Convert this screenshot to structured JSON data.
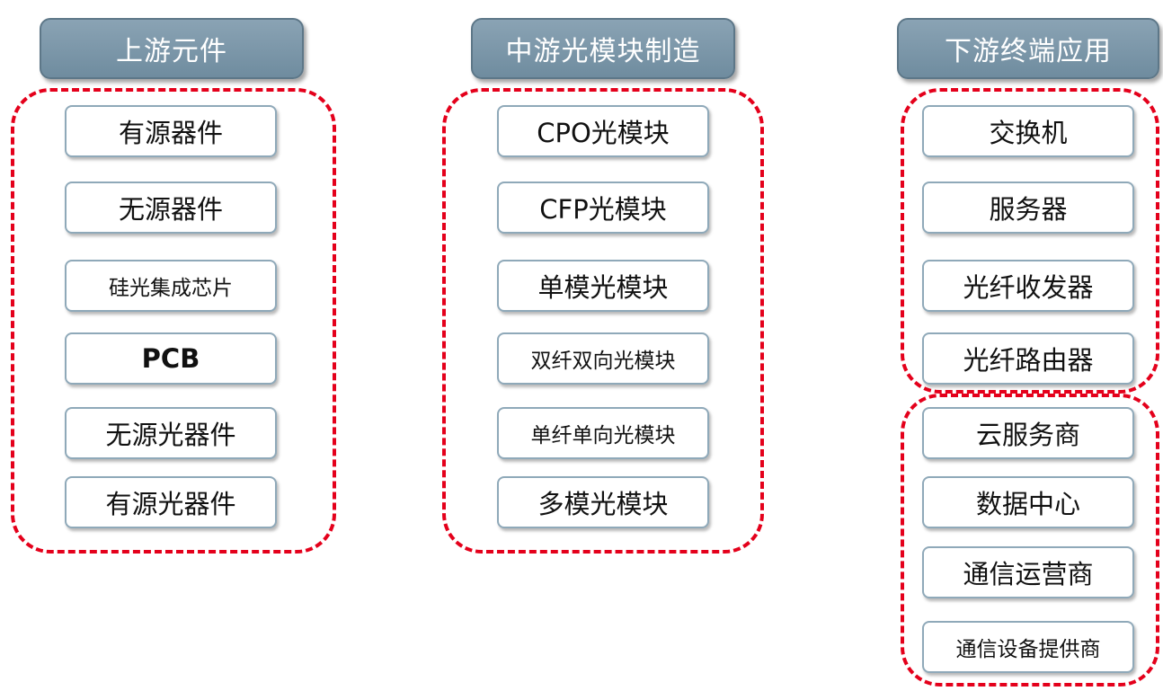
{
  "columns": [
    {
      "header": "上游元件",
      "groups": [
        {
          "items": [
            {
              "label": "有源器件"
            },
            {
              "label": "无源器件"
            },
            {
              "label": "硅光集成芯片"
            },
            {
              "label": "PCB"
            },
            {
              "label": "无源光器件"
            },
            {
              "label": "有源光器件"
            }
          ]
        }
      ]
    },
    {
      "header": "中游光模块制造",
      "groups": [
        {
          "items": [
            {
              "label": "CPO光模块"
            },
            {
              "label": "CFP光模块"
            },
            {
              "label": "单模光模块"
            },
            {
              "label": "双纤双向光模块"
            },
            {
              "label": "单纤单向光模块"
            },
            {
              "label": "多模光模块"
            }
          ]
        }
      ]
    },
    {
      "header": "下游终端应用",
      "groups": [
        {
          "items": [
            {
              "label": "交换机"
            },
            {
              "label": "服务器"
            },
            {
              "label": "光纤收发器"
            },
            {
              "label": "光纤路由器"
            }
          ]
        },
        {
          "items": [
            {
              "label": "云服务商"
            },
            {
              "label": "数据中心"
            },
            {
              "label": "通信运营商"
            },
            {
              "label": "通信设备提供商"
            }
          ]
        }
      ]
    }
  ]
}
